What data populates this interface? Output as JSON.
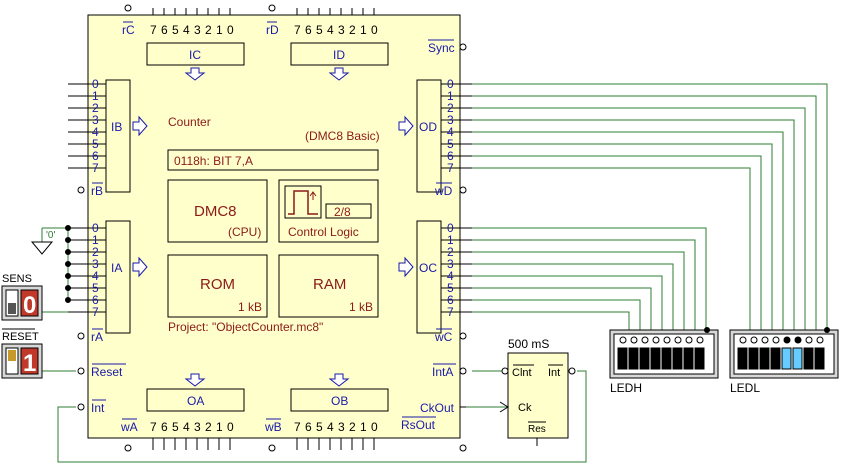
{
  "colors": {
    "chip_fill": "#ffffcc",
    "chip_stroke": "#000000",
    "label_blue": "#1a1aa8",
    "label_red": "#8b1a1a",
    "wire_green": "#2e7d32",
    "led_off": "#000000",
    "led_on": "#66ccff",
    "switch_on": "#c0392b"
  },
  "chip": {
    "counter_label": "Counter",
    "basic_label": "(DMC8 Basic)",
    "instruction": "0118h:  BIT  7,A",
    "cpu_title": "DMC8",
    "cpu_sub": "(CPU)",
    "control_label": "Control Logic",
    "control_value": "2/8",
    "rom_title": "ROM",
    "rom_size": "1 kB",
    "ram_title": "RAM",
    "ram_size": "1 kB",
    "project": "Project:  \"ObjectCounter.mc8\"",
    "ports": {
      "ic": "IC",
      "id": "ID",
      "ib": "IB",
      "ia": "IA",
      "od": "OD",
      "oc": "OC",
      "oa": "OA",
      "ob": "OB"
    },
    "pins": {
      "rc": "rC",
      "rd": "rD",
      "rb": "rB",
      "ra": "rA",
      "wd": "wD",
      "wc": "wC",
      "wa": "wA",
      "wb": "wB",
      "sync": "Sync",
      "reset": "Reset",
      "int": "Int",
      "inta": "IntA",
      "ckout": "CkOut",
      "rsout": "RsOut"
    },
    "bit_top": [
      "7",
      "6",
      "5",
      "4",
      "3",
      "2",
      "1",
      "0"
    ],
    "bit_side": [
      "0",
      "1",
      "2",
      "3",
      "4",
      "5",
      "6",
      "7"
    ]
  },
  "ground_label": "'0'",
  "switches": [
    {
      "label": "SENS",
      "value": "0"
    },
    {
      "label": "RESET",
      "value": "1"
    }
  ],
  "timer": {
    "period": "500 mS",
    "clnt": "Clnt",
    "int": "Int",
    "ck": "Ck",
    "res": "Res"
  },
  "leds": [
    {
      "label": "LEDH",
      "dots": [
        0,
        0,
        0,
        0,
        0,
        0,
        0,
        0
      ],
      "lit": [
        0,
        0,
        0,
        0,
        0,
        0,
        0,
        0
      ]
    },
    {
      "label": "LEDL",
      "dots": [
        0,
        0,
        0,
        0,
        1,
        1,
        0,
        0
      ],
      "lit": [
        0,
        0,
        0,
        0,
        1,
        1,
        0,
        0
      ]
    }
  ]
}
